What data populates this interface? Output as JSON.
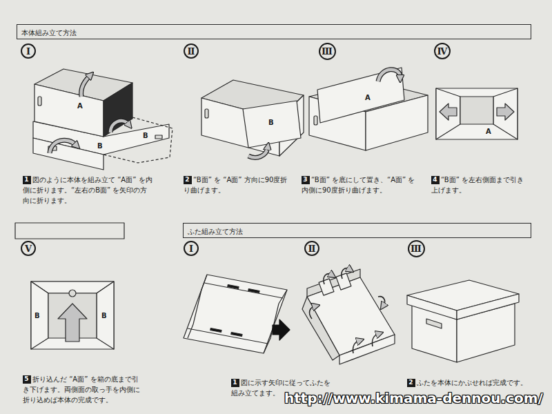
{
  "diagram": {
    "nodes": [
      {
        "text": [
          "本体組み立て方法"
        ]
      },
      {
        "text": [
          "Ⅰ"
        ]
      },
      {
        "text": [
          "Ⅱ"
        ]
      },
      {
        "text": [
          "Ⅲ"
        ]
      },
      {
        "text": [
          "Ⅳ"
        ]
      },
      {
        "text": [
          "1"
        ]
      },
      {
        "text": [
          "2"
        ]
      },
      {
        "text": [
          "3"
        ]
      },
      {
        "text": [
          "4"
        ]
      },
      {
        "text": [
          "Ⅴ"
        ]
      },
      {
        "text": [
          "ふた組み立て方法"
        ]
      },
      {
        "text": [
          "Ⅰ"
        ]
      },
      {
        "text": [
          "Ⅱ"
        ]
      },
      {
        "text": [
          "Ⅲ"
        ]
      },
      {
        "text": [
          "5"
        ]
      },
      {
        "text": [
          "1"
        ]
      },
      {
        "text": [
          "2"
        ]
      }
    ],
    "labels": [
      "A",
      "B",
      "B",
      "B",
      "A",
      "A",
      "図のように本体を組み立て “A面” を内側に折ります。“左右のB面” を矢印の方向に折ります。",
      "“B面” を “A面” 方向に90度折り曲げます。",
      "“B面” を底にして置き、“A面” を内側に90度折り曲げます。",
      "“B面” を左右側面まで引き上げます。",
      "B",
      "B",
      "折り込んだ “A面” を箱の底まで引き下げます。両側面の取っ手を内側に折り込めば本体の完成です。",
      "図に示す矢印に従ってふたを組み立てます。",
      "ふたを本体にかぶせれば完成です。",
      "http://www.kimama-dennou.com/"
    ]
  }
}
